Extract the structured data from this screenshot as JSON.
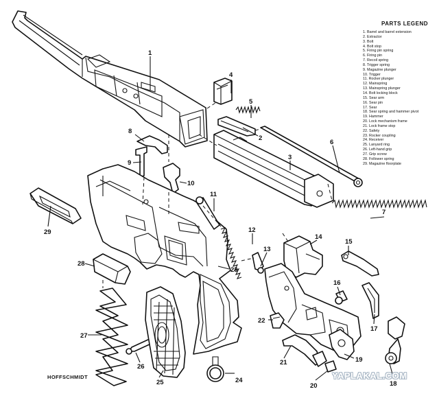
{
  "legend": {
    "title": "PARTS LEGEND",
    "items": [
      "1. Barrel and barrel extension",
      "2. Extractor",
      "3. Bolt",
      "4. Bolt stop",
      "5. Firing pin spring",
      "6. Firing pin",
      "7. Recoil spring",
      "8. Trigger spring",
      "9. Magazine plunger",
      "10. Trigger",
      "11. Rocker plunger",
      "12. Mainspring",
      "13. Mainspring plunger",
      "14. Bolt locking block",
      "15. Sear arm",
      "16. Sear pin",
      "17. Sear",
      "18. Sear spring and hammer pivot",
      "19. Hammer",
      "20. Lock mechanism frame",
      "21. Lock frame stop",
      "22. Safety",
      "23. Rocker coupling",
      "24. Receiver",
      "25. Lanyard ring",
      "26. Left-hand grip",
      "27. Grip screw",
      "28. Follower spring",
      "29. Magazine floorplate"
    ]
  },
  "credit": "HOFFSCHMIDT",
  "watermark": "YAPLAKAL.COM",
  "callouts": [
    "1",
    "2",
    "3",
    "4",
    "5",
    "6",
    "7",
    "8",
    "9",
    "10",
    "11",
    "12",
    "13",
    "14",
    "15",
    "16",
    "17",
    "18",
    "19",
    "20",
    "21",
    "22",
    "23",
    "24",
    "25",
    "26",
    "27",
    "28",
    "29"
  ]
}
